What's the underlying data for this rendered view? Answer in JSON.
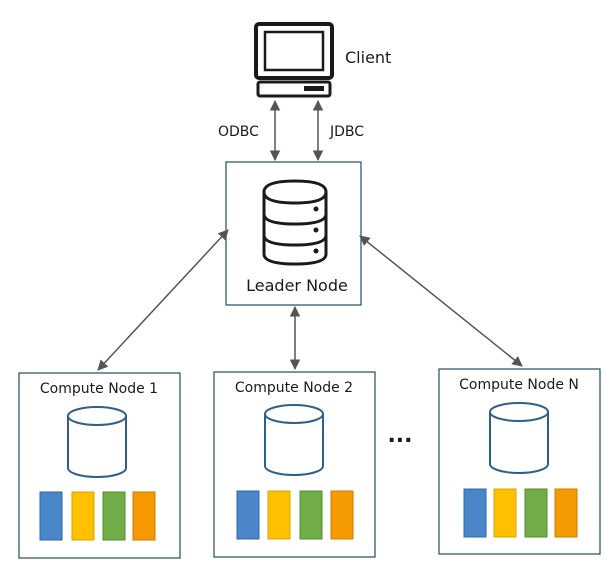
{
  "client": {
    "label": "Client",
    "icon": "computer-terminal-icon"
  },
  "protocols": {
    "left": "ODBC",
    "right": "JDBC"
  },
  "leader": {
    "label": "Leader Node",
    "icon": "database-server-icon"
  },
  "compute_nodes": [
    {
      "label": "Compute Node 1"
    },
    {
      "label": "Compute Node 2"
    },
    {
      "label": "Compute Node N"
    }
  ],
  "ellipsis": "...",
  "colors": {
    "slice_blue": "#4a86c8",
    "slice_yellow": "#ffc000",
    "slice_green": "#70ad47",
    "slice_orange": "#f59a00",
    "stroke": "#2f5f8a",
    "box_border": "#1f4e60"
  }
}
